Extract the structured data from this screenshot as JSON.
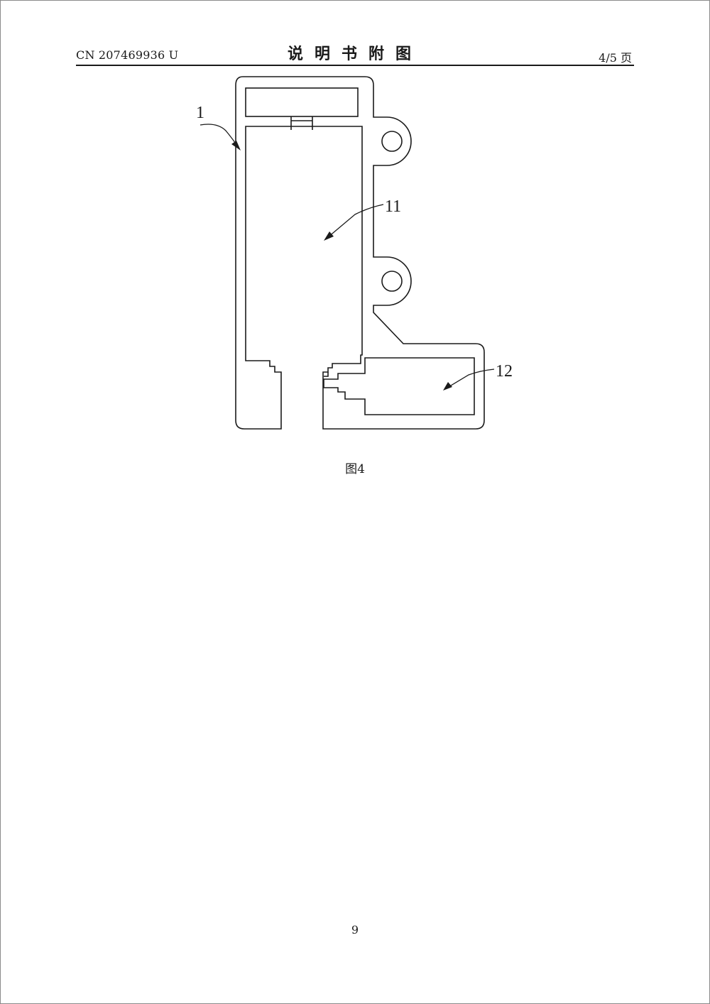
{
  "header": {
    "publication_number": "CN 207469936 U",
    "title": "说明书附图",
    "page_indicator": "4/5 页"
  },
  "figure": {
    "caption": "图4",
    "reference_labels": {
      "part_1": "1",
      "part_11": "11",
      "part_12": "12"
    }
  },
  "footer": {
    "page_number": "9"
  }
}
